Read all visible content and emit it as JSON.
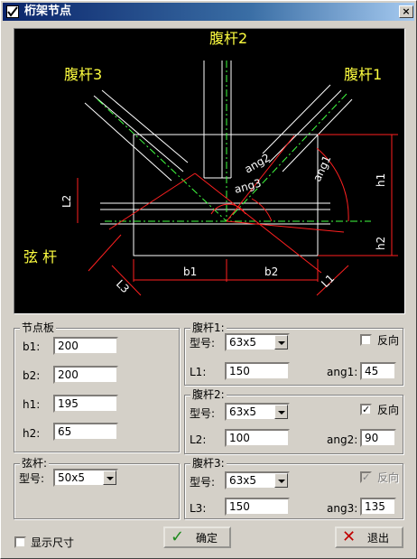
{
  "window": {
    "title": "桁架节点",
    "close": "×"
  },
  "drawing": {
    "labels": {
      "web2": "腹杆2",
      "web3": "腹杆3",
      "web1": "腹杆1",
      "chord": "弦 杆",
      "ang2": "ang2",
      "ang1": "ang1",
      "ang3": "ang3",
      "b1": "b1",
      "b2": "b2",
      "h1": "h1",
      "h2": "h2",
      "L1": "L1",
      "L2": "L2",
      "L3": "L3"
    }
  },
  "gusset": {
    "title": "节点板",
    "b1_label": "b1:",
    "b1": "200",
    "b2_label": "b2:",
    "b2": "200",
    "h1_label": "h1:",
    "h1": "195",
    "h2_label": "h2:",
    "h2": "65"
  },
  "chord": {
    "title": "弦杆:",
    "type_label": "型号:",
    "type": "50x5"
  },
  "web1": {
    "title": "腹杆1:",
    "type_label": "型号:",
    "type": "63x5",
    "reverse_label": "反向",
    "reverse_checked": false,
    "L_label": "L1:",
    "L": "150",
    "ang_label": "ang1:",
    "ang": "45"
  },
  "web2": {
    "title": "腹杆2:",
    "type_label": "型号:",
    "type": "63x5",
    "reverse_label": "反向",
    "reverse_checked": true,
    "L_label": "L2:",
    "L": "100",
    "ang_label": "ang2:",
    "ang": "90"
  },
  "web3": {
    "title": "腹杆3:",
    "type_label": "型号:",
    "type": "63x5",
    "reverse_label": "反向",
    "reverse_checked": true,
    "L_label": "L3:",
    "L": "150",
    "ang_label": "ang3:",
    "ang": "135"
  },
  "footer": {
    "show_dims_label": "显示尺寸",
    "show_dims_checked": false,
    "ok_label": "确定",
    "exit_label": "退出"
  },
  "colors": {
    "drawing_bg": "#000000",
    "dim_red": "#ff2020",
    "label_yellow": "#ffff40",
    "center_green": "#40ff40",
    "outline_white": "#ffffff"
  }
}
